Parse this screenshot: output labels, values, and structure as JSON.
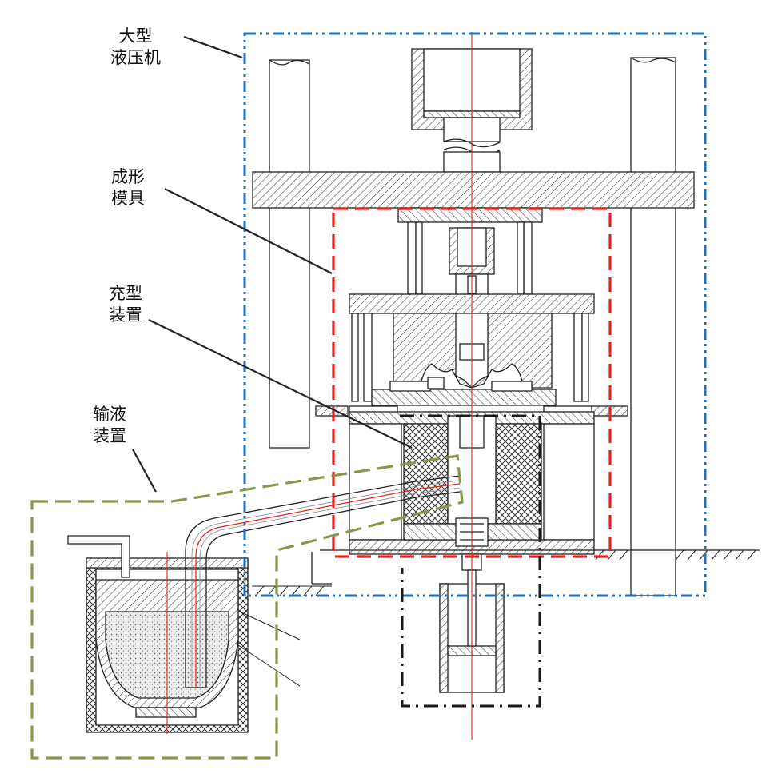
{
  "labels": {
    "press": {
      "line1": "大型",
      "line2": "液压机"
    },
    "mold": {
      "line1": "成形",
      "line2": "模具"
    },
    "filling": {
      "line1": "充型",
      "line2": "装置"
    },
    "feeding": {
      "line1": "输液",
      "line2": "装置"
    }
  },
  "colors": {
    "press_box": "#1f6fbd",
    "mold_box": "#e8211c",
    "filling_box": "#1a1a1a",
    "feeding_box": "#86984a",
    "center_line": "#e8211c",
    "drawing": "#222222",
    "melt": "#cfcfcf"
  }
}
